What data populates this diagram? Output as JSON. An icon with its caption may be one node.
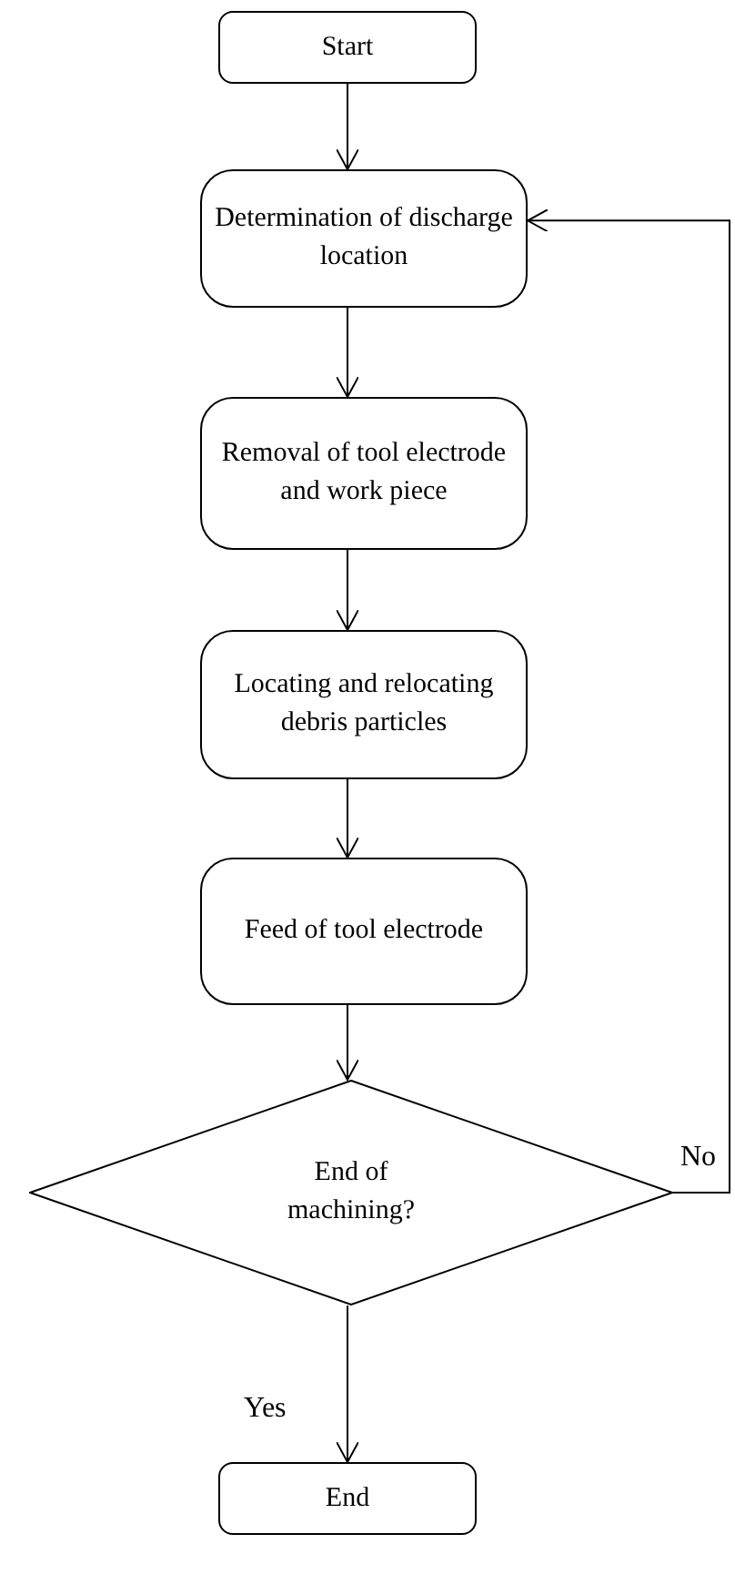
{
  "diagram": {
    "nodes": [
      {
        "text": [
          "Start"
        ]
      },
      {
        "text": [
          "Determination of discharge location"
        ]
      },
      {
        "text": [
          "Removal of tool electrode and work piece"
        ]
      },
      {
        "text": [
          "Locating and relocating debris particles"
        ]
      },
      {
        "text": [
          "Feed of tool electrode"
        ]
      },
      {
        "text": [
          "End of machining?"
        ]
      },
      {
        "text": [
          "End"
        ]
      }
    ],
    "edges": [
      {
        "from": 0,
        "to": 1,
        "arrow": "to"
      },
      {
        "from": 1,
        "to": 2,
        "arrow": "to"
      },
      {
        "from": 2,
        "to": 3,
        "arrow": "to"
      },
      {
        "from": 3,
        "to": 4,
        "arrow": "to"
      },
      {
        "from": 4,
        "to": 5,
        "arrow": "to"
      },
      {
        "from": 5,
        "to": 6,
        "arrow": "to",
        "label": "Yes"
      },
      {
        "from": 5,
        "to": 1,
        "arrow": "to",
        "label": "No"
      }
    ]
  }
}
